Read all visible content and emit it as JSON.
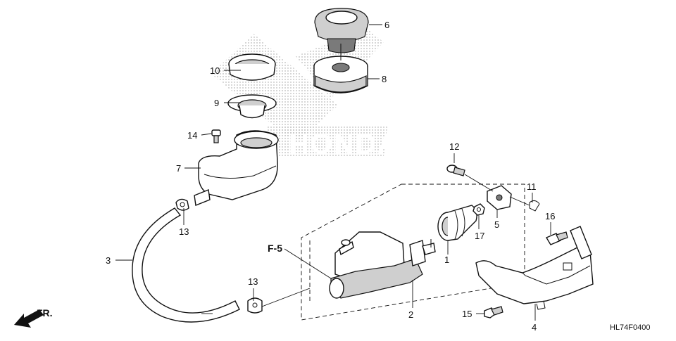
{
  "diagram": {
    "callouts": [
      {
        "id": "c1",
        "label": "1"
      },
      {
        "id": "c2",
        "label": "2"
      },
      {
        "id": "c3",
        "label": "3"
      },
      {
        "id": "c4",
        "label": "4"
      },
      {
        "id": "c5",
        "label": "5"
      },
      {
        "id": "c6",
        "label": "6"
      },
      {
        "id": "c7",
        "label": "7"
      },
      {
        "id": "c8",
        "label": "8"
      },
      {
        "id": "c9",
        "label": "9"
      },
      {
        "id": "c10",
        "label": "10"
      },
      {
        "id": "c11",
        "label": "11"
      },
      {
        "id": "c12",
        "label": "12"
      },
      {
        "id": "c13a",
        "label": "13"
      },
      {
        "id": "c13b",
        "label": "13"
      },
      {
        "id": "c14",
        "label": "14"
      },
      {
        "id": "c15",
        "label": "15"
      },
      {
        "id": "c16",
        "label": "16"
      },
      {
        "id": "c17",
        "label": "17"
      }
    ],
    "section_ref": "F-5",
    "direction_label": "FR.",
    "figure_code": "HL74F0400",
    "watermark": "HONDA"
  }
}
